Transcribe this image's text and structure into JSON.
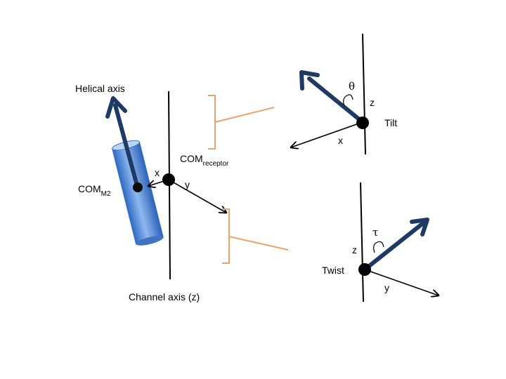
{
  "labels": {
    "helical_axis": "Helical axis",
    "com_m2_main": "COM",
    "com_m2_sub": "M2",
    "com_receptor_main": "COM",
    "com_receptor_sub": "receptor",
    "channel_axis": "Channel axis (z)",
    "left_x": "x",
    "left_y": "y",
    "tilt": "Tilt",
    "tilt_theta": "θ",
    "tilt_z": "z",
    "tilt_x": "x",
    "twist": "Twist",
    "twist_tau": "τ",
    "twist_z": "z",
    "twist_y": "y"
  },
  "colors": {
    "arrow_navy": "#1f3a64",
    "cylinder_blue": "#4a86d8",
    "bracket_orange": "#e8a36e",
    "line_black": "#000000"
  }
}
